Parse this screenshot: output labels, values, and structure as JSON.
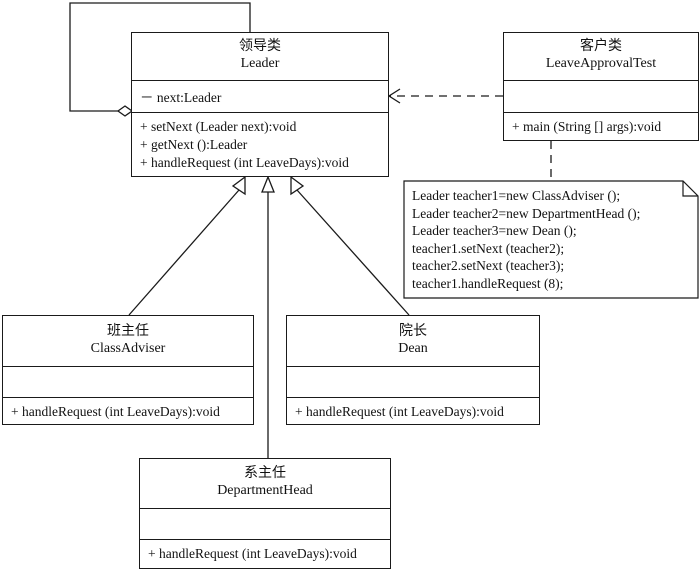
{
  "leader": {
    "title_cn": "领导类",
    "title_en": "Leader",
    "attributes": [
      "－ next:Leader"
    ],
    "operations": [
      "+ setNext (Leader next):void",
      "+ getNext ():Leader",
      "+ handleRequest (int LeaveDays):void"
    ]
  },
  "client": {
    "title_cn": "客户类",
    "title_en": "LeaveApprovalTest",
    "operations": [
      "+ main (String [] args):void"
    ]
  },
  "class_adviser": {
    "title_cn": "班主任",
    "title_en": "ClassAdviser",
    "operations": [
      "+ handleRequest (int LeaveDays):void"
    ]
  },
  "dean": {
    "title_cn": "院长",
    "title_en": "Dean",
    "operations": [
      "+ handleRequest (int LeaveDays):void"
    ]
  },
  "department_head": {
    "title_cn": "系主任",
    "title_en": "DepartmentHead",
    "operations": [
      "+ handleRequest (int LeaveDays):void"
    ]
  },
  "note": {
    "lines": [
      "Leader teacher1=new ClassAdviser ();",
      "Leader teacher2=new DepartmentHead ();",
      "Leader teacher3=new Dean ();",
      "teacher1.setNext (teacher2);",
      "teacher2.setNext (teacher3);",
      "teacher1.handleRequest (8);"
    ]
  }
}
